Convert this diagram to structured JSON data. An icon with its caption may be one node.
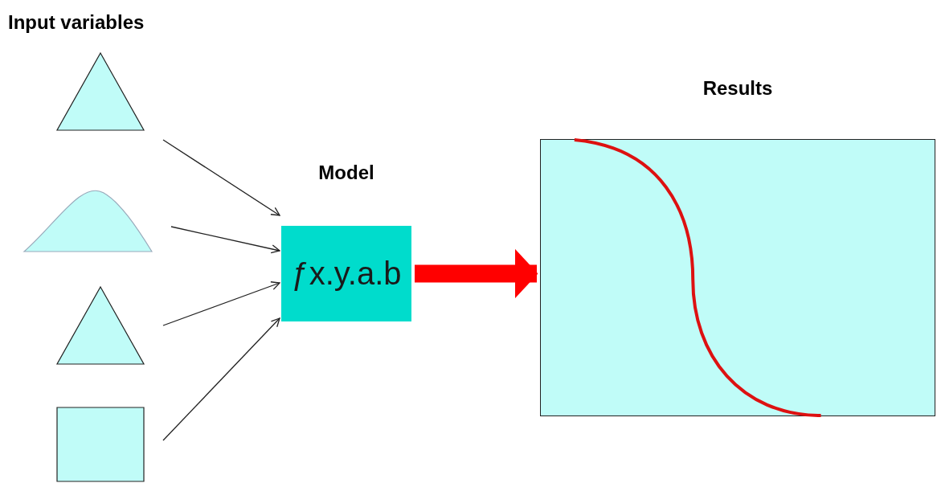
{
  "diagram": {
    "title": "Input variables",
    "nodes": [
      {
        "text": [],
        "shape": "triangle"
      },
      {
        "text": [],
        "shape": "curve"
      },
      {
        "text": [],
        "shape": "triangle"
      },
      {
        "text": [],
        "shape": "box"
      },
      {
        "text": [
          "Model",
          "ƒx.y.a.b"
        ]
      },
      {
        "text": [
          "Results"
        ]
      }
    ],
    "edges": [
      {
        "from": 0,
        "to": 4,
        "arrow": "to"
      },
      {
        "from": 1,
        "to": 4,
        "arrow": "to"
      },
      {
        "from": 2,
        "to": 4,
        "arrow": "to"
      },
      {
        "from": 3,
        "to": 4,
        "arrow": "to"
      },
      {
        "from": 4,
        "to": 5,
        "arrow": "to",
        "style": "thick",
        "color": "#ff0000"
      }
    ]
  }
}
